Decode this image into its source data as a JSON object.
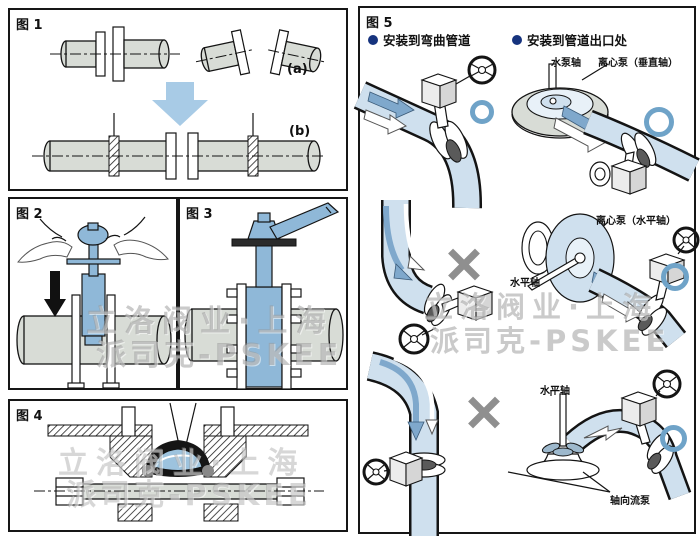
{
  "panels": {
    "fig1": {
      "label": "图 1",
      "sub_a": "(a)",
      "sub_b": "(b)"
    },
    "fig2": {
      "label": "图 2"
    },
    "fig3": {
      "label": "图 3"
    },
    "fig4": {
      "label": "图 4"
    },
    "fig5": {
      "label": "图 5",
      "legend": [
        {
          "text": "安装到弯曲管道"
        },
        {
          "text": "安装到管道出口处"
        }
      ],
      "annotations": {
        "row1_shaft": "水泵轴",
        "row1_pump": "离心泵（垂直轴）",
        "row2_pump": "离心泵（水平轴）",
        "row2_shaft": "水平轴",
        "row3_shaft": "水平轴",
        "row3_pump": "轴向流泵"
      },
      "results": {
        "row1_left": "correct",
        "row1_right": "correct",
        "row2_left": "incorrect",
        "row2_right": "correct",
        "row3_left": "incorrect",
        "row3_right": "correct"
      }
    }
  },
  "watermark": {
    "line1": "立洛阀业·上海",
    "line2": "派司克-PSKEE"
  },
  "icons": {
    "correct_mark": "circle-outline",
    "incorrect_mark": "cross-mark",
    "flow_arrow": "blue-arrow"
  },
  "colors": {
    "pipe_gray": "#d8dcd6",
    "valve_blue": "#8fb8d8",
    "flow_blue": "#cfe0ee",
    "arrow_blue": "#7fa8cc",
    "mark_blue": "#6fa3c8",
    "mark_gray": "#8f8f8f",
    "bullet_navy": "#16337e",
    "watermark_gray": "#969696"
  }
}
